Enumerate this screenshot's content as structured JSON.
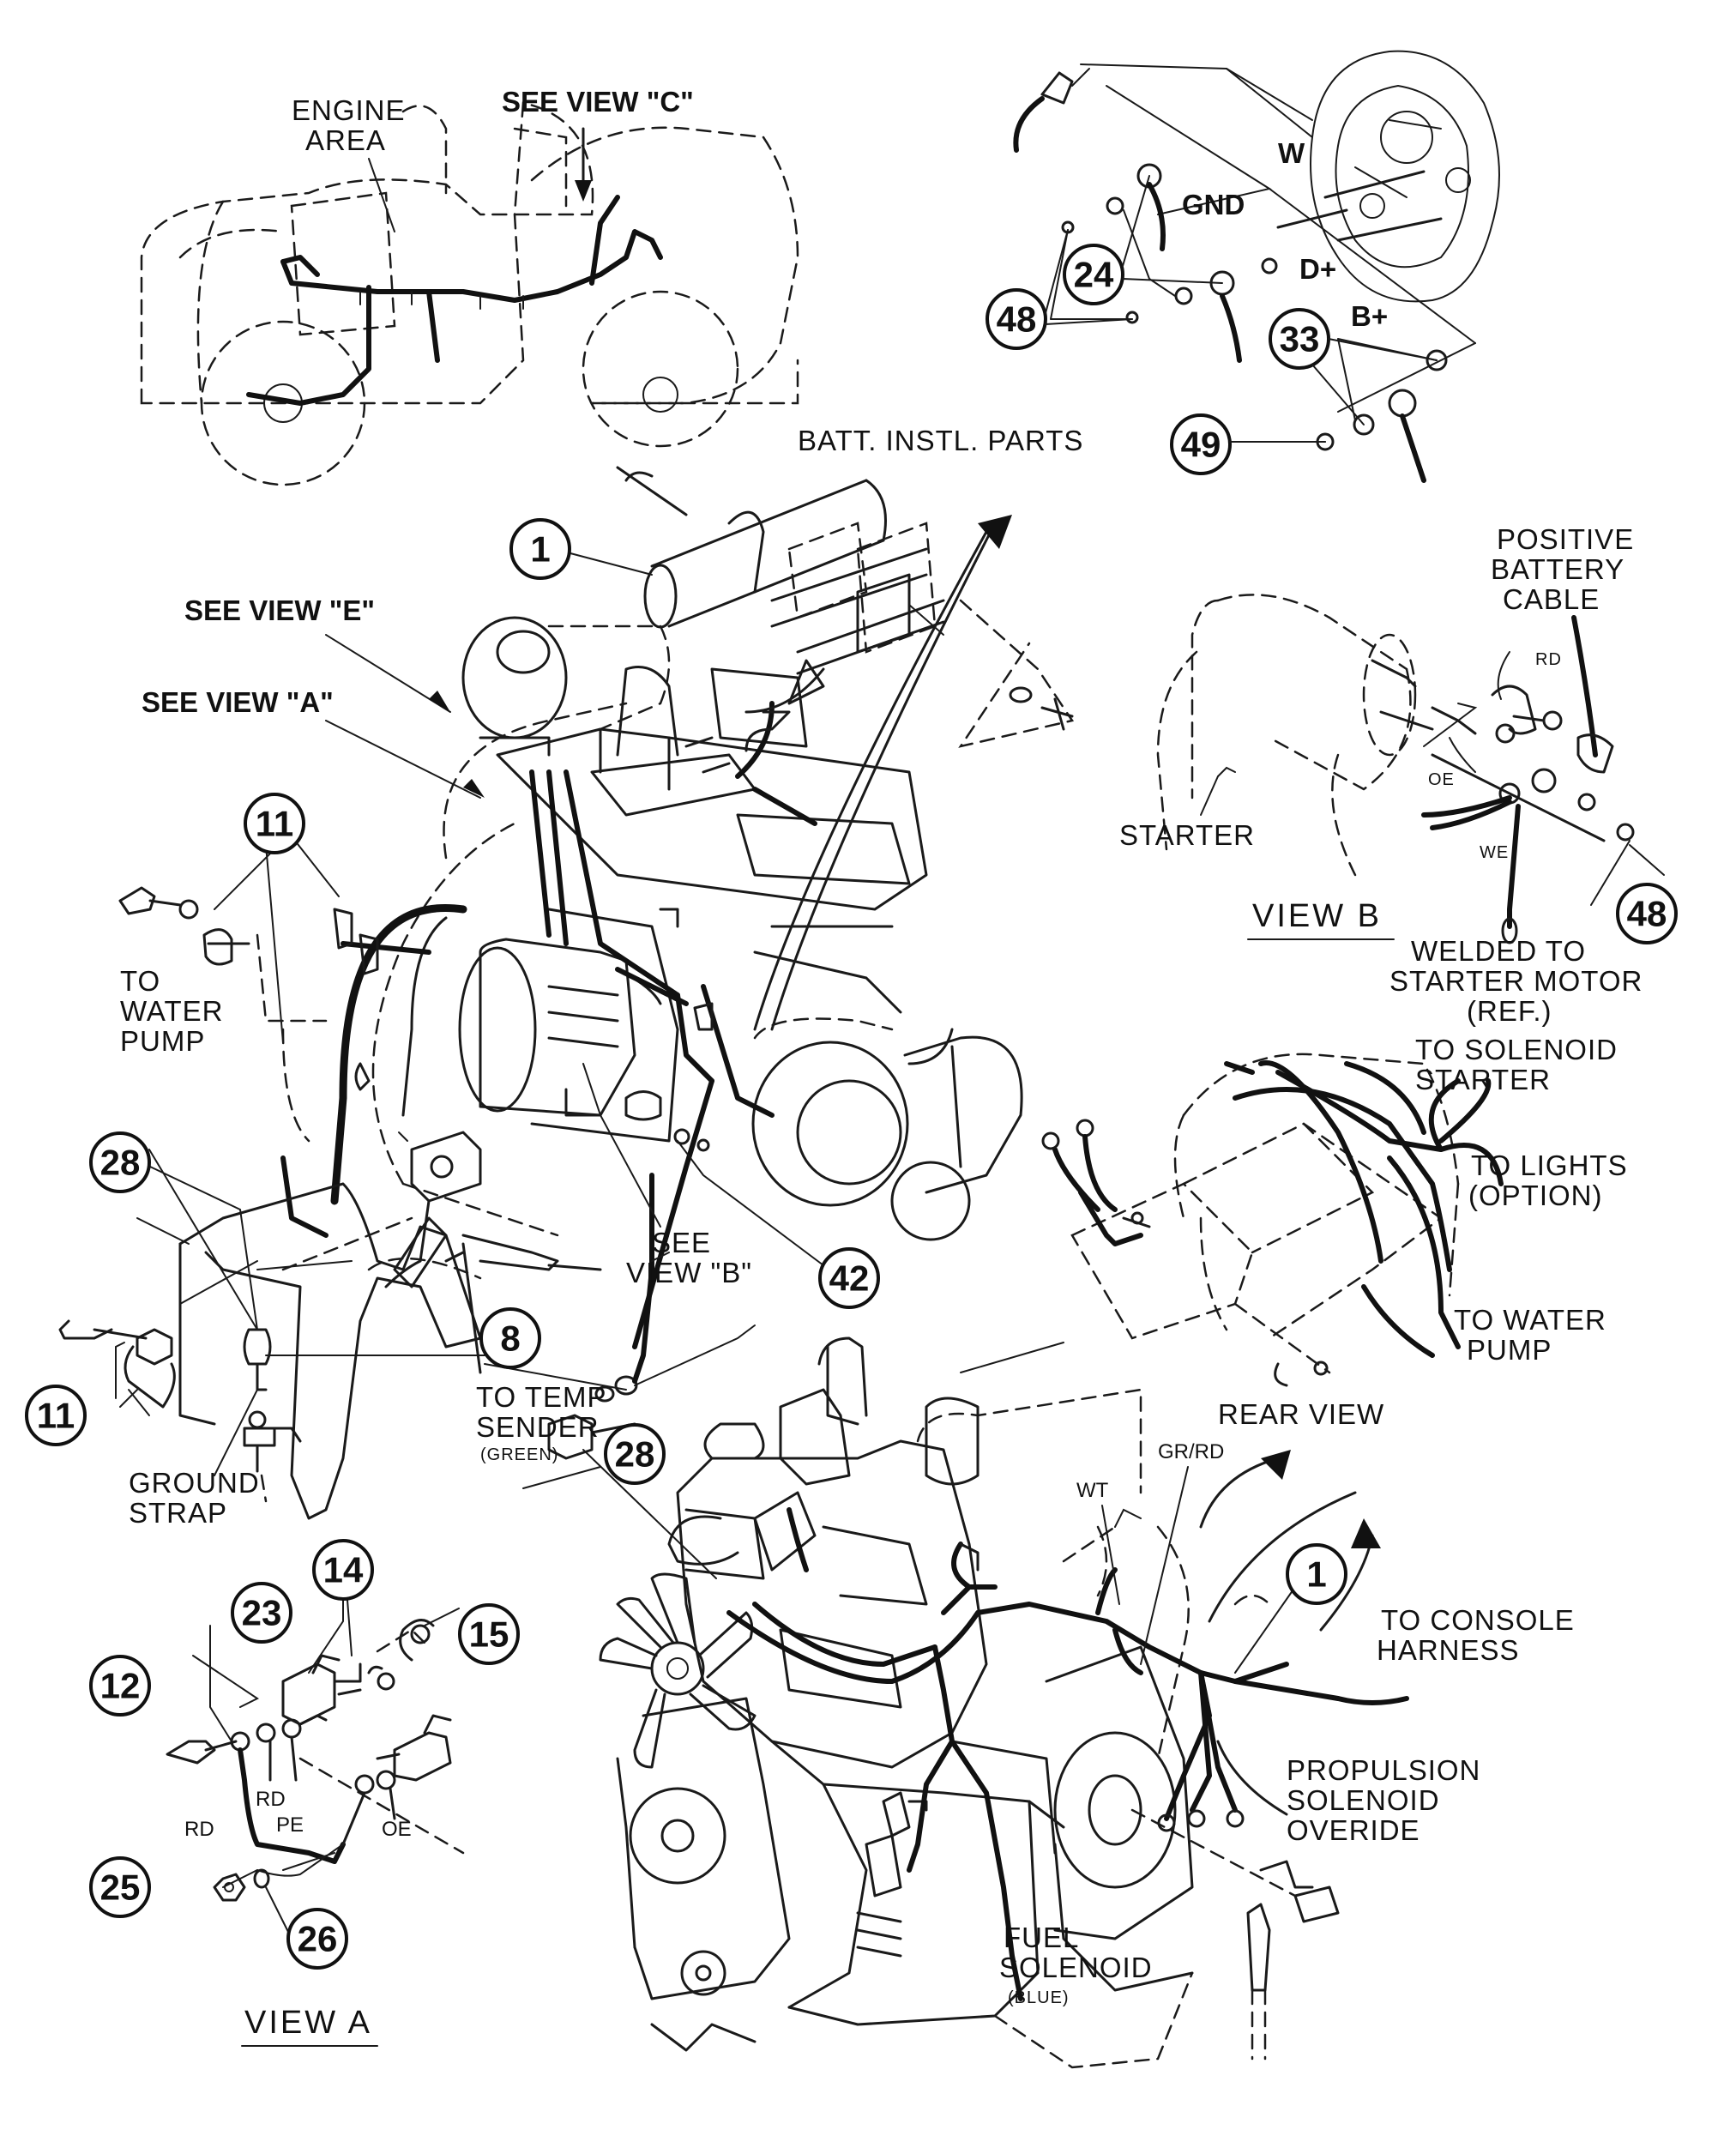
{
  "labels": {
    "engine_area_1": "ENGINE",
    "engine_area_2": "AREA",
    "see_view_c": "SEE VIEW \"C\"",
    "see_view_e": "SEE VIEW \"E\"",
    "see_view_a": "SEE VIEW \"A\"",
    "batt_instl_parts": "BATT. INSTL. PARTS",
    "w": "W",
    "gnd": "GND",
    "d_plus": "D+",
    "b_plus": "B+",
    "positive_battery_1": "POSITIVE",
    "positive_battery_2": "BATTERY",
    "positive_battery_3": "CABLE",
    "rd_small": "RD",
    "oe_small": "OE",
    "we_small": "WE",
    "starter": "STARTER",
    "view_b": "VIEW  B",
    "welded_1": "WELDED TO",
    "welded_2": "STARTER MOTOR",
    "welded_3": "(REF.)",
    "to_water_pump_left_1": "TO",
    "to_water_pump_left_2": "WATER",
    "to_water_pump_left_3": "PUMP",
    "see_view_b_1": "SEE",
    "see_view_b_2": "VIEW \"B\"",
    "to_solenoid_1": "TO SOLENOID",
    "to_solenoid_2": "STARTER",
    "to_lights_1": "TO LIGHTS",
    "to_lights_2": "(OPTION)",
    "to_water_pump_right_1": "TO WATER",
    "to_water_pump_right_2": "PUMP",
    "rear_view": "REAR VIEW",
    "ground_strap_1": "GROUND",
    "ground_strap_2": "STRAP",
    "to_temp_sender_1": "TO TEMP",
    "to_temp_sender_2": "SENDER",
    "to_temp_sender_3": "(GREEN)",
    "wt": "WT",
    "gr_rd": "GR/RD",
    "to_console_1": "TO CONSOLE",
    "to_console_2": "HARNESS",
    "propulsion_1": "PROPULSION",
    "propulsion_2": "SOLENOID",
    "propulsion_3": "OVERIDE",
    "fuel_solenoid_1": "FUEL",
    "fuel_solenoid_2": "SOLENOID",
    "fuel_solenoid_3": "(BLUE)",
    "rd_a1": "RD",
    "pe_a": "PE",
    "rd_a2": "RD",
    "oe_a": "OE",
    "view_a": "VIEW A"
  },
  "callouts": {
    "c48_top": "48",
    "c24": "24",
    "c33": "33",
    "c49": "49",
    "c1_top": "1",
    "c11_left": "11",
    "c48_viewb": "48",
    "c28_top": "28",
    "c42": "42",
    "c11_bottom": "11",
    "c8": "8",
    "c28_bottom": "28",
    "c14": "14",
    "c23": "23",
    "c15": "15",
    "c12": "12",
    "c1_bottom": "1",
    "c25": "25",
    "c26": "26"
  }
}
